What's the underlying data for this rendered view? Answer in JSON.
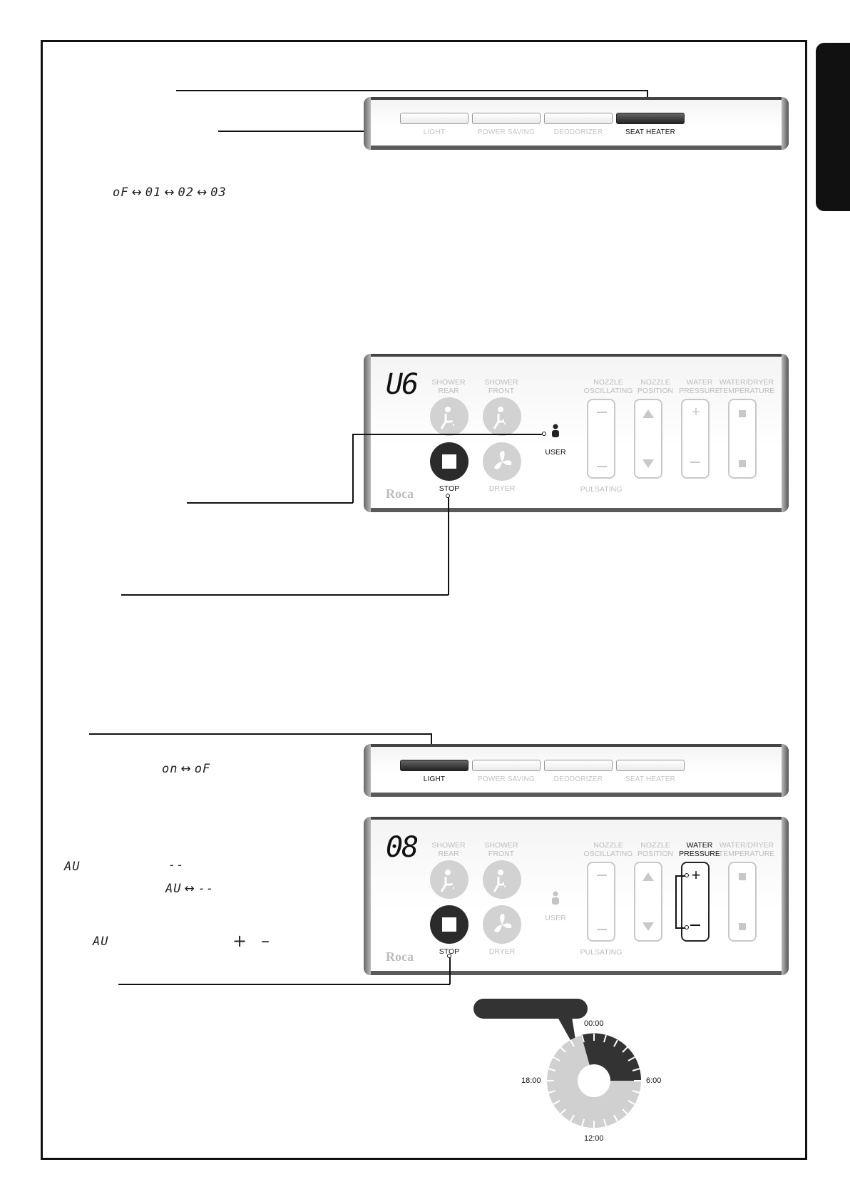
{
  "seat_cycle": {
    "a": "oF",
    "b": "01",
    "c": "02",
    "d": "03",
    "arrow": "↔"
  },
  "light_cycle": {
    "a": "on",
    "b": "oF",
    "arrow": "↔"
  },
  "auto_mode": {
    "au_1": "AU",
    "dash_1": "--",
    "au_2": "AU",
    "dash_2": "--",
    "arrow": "↔",
    "au_3": "AU",
    "plus": "+",
    "minus": "–"
  },
  "top_bar": {
    "buttons": [
      {
        "label": "LIGHT",
        "active": false
      },
      {
        "label": "POWER SAVING",
        "active": false
      },
      {
        "label": "DEODORIZER",
        "active": false
      },
      {
        "label": "SEAT HEATER",
        "active": true
      }
    ]
  },
  "panel_1": {
    "display": "U6",
    "shower_rear": "SHOWER REAR",
    "shower_front": "SHOWER FRONT",
    "stop": "STOP",
    "dryer": "DRYER",
    "user": "USER",
    "nozzle_osc": "NOZZLE OSCILLATING",
    "nozzle_pos": "NOZZLE POSITION",
    "water_pressure": "WATER PRESSURE",
    "water_temp": "WATER/DRYER TEMPERATURE",
    "pulsating": "PULSATING",
    "brand": "Roca"
  },
  "bottom_bar": {
    "buttons": [
      {
        "label": "LIGHT",
        "active": true
      },
      {
        "label": "POWER SAVING",
        "active": false
      },
      {
        "label": "DEODORIZER",
        "active": false
      },
      {
        "label": "SEAT HEATER",
        "active": false
      }
    ]
  },
  "panel_2": {
    "display": "08",
    "shower_rear": "SHOWER REAR",
    "shower_front": "SHOWER FRONT",
    "stop": "STOP",
    "dryer": "DRYER",
    "user": "USER",
    "nozzle_osc": "NOZZLE OSCILLATING",
    "nozzle_pos": "NOZZLE POSITION",
    "water_pressure": "WATER PRESSURE",
    "water_temp": "WATER/DRYER TEMPERATURE",
    "pulsating": "PULSATING",
    "brand": "Roca"
  },
  "clock": {
    "top": "00:00",
    "right": "6:00",
    "bottom": "12:00",
    "left": "18:00"
  }
}
